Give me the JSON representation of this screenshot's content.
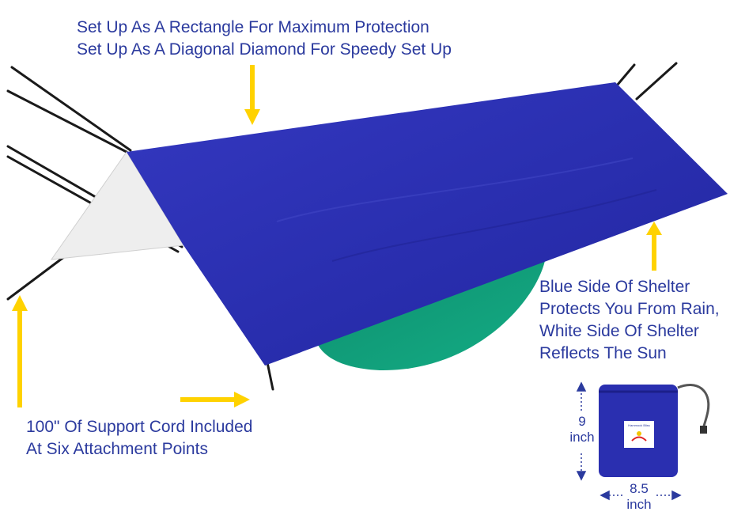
{
  "captions": {
    "top": [
      "Set Up As A Rectangle For Maximum Protection",
      "Set Up As A Diagonal Diamond For Speedy Set Up"
    ],
    "right": [
      "Blue Side Of Shelter",
      "Protects You From Rain,",
      "White Side Of Shelter",
      "Reflects The Sun"
    ],
    "bottom": [
      "100\" Of Support Cord Included",
      "At Six Attachment Points"
    ]
  },
  "bag": {
    "height_value": "9",
    "height_unit": "inch",
    "width_value": "8.5",
    "width_unit": "inch",
    "label": "Hammock Bliss"
  },
  "colors": {
    "tarp_blue": "#2a2fb0",
    "hammock_green": "#109e7a",
    "arrow_yellow": "#ffd200",
    "text_blue": "#2b3a9e"
  }
}
